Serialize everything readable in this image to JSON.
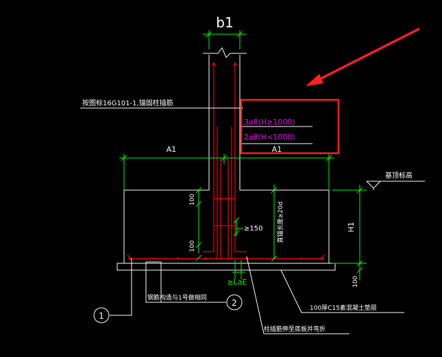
{
  "labels": {
    "b1": "b1",
    "a1_left": "A1",
    "a1_right": "A1",
    "note_ref": "按图标16G101-1,锚固柱插筋",
    "bar_upper": "3⌀8(H≥1000)",
    "bar_lower": "2⌀8(H<1000)",
    "foundation_top": "基顶标高",
    "h1": "H1",
    "dim_100_top": "100",
    "dim_100_bottom": "100",
    "dim_100_pad": "100",
    "dim_150": "≥150",
    "straight_anchor": "直锚长度≥20d",
    "lae": "≥LaE",
    "rebar_note": "钢筋构造与1号做相同",
    "pad_note": "100厚C15素混凝土垫层",
    "column_note": "柱插筋伸至底板并弯折",
    "callout_1": "1",
    "callout_2": "2"
  },
  "colors": {
    "background": "#000000",
    "drawing": "#ffffff",
    "dimension": "#00ff00",
    "rebar": "#ff0000",
    "annotation": "#ff00ff",
    "highlight": "#ff2020"
  }
}
